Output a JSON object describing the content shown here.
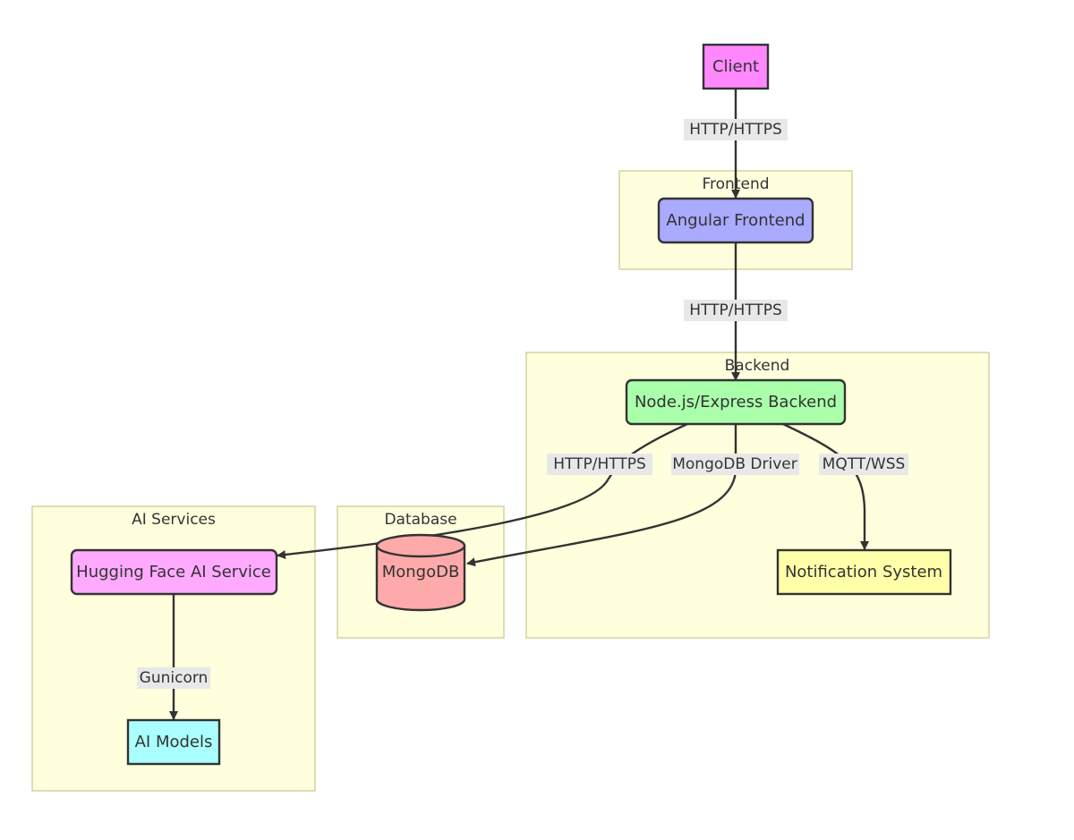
{
  "colors": {
    "client": "#ff88ff",
    "frontend": "#aaaaff",
    "backend": "#aaffaa",
    "ai_service": "#ffaaff",
    "ai_models": "#aaffff",
    "database": "#ffaaaa",
    "notification": "#ffffaa",
    "cluster_fill": "#ffffde"
  },
  "clusters": {
    "frontend": "Frontend",
    "backend": "Backend",
    "ai_services": "AI Services",
    "database": "Database"
  },
  "nodes": {
    "client": "Client",
    "angular": "Angular Frontend",
    "backend": "Node.js/Express Backend",
    "ai_service": "Hugging Face AI Service",
    "ai_models": "AI Models",
    "mongodb": "MongoDB",
    "notification": "Notification System"
  },
  "edges": {
    "client_to_frontend": "HTTP/HTTPS",
    "frontend_to_backend": "HTTP/HTTPS",
    "backend_to_ai": "HTTP/HTTPS",
    "backend_to_db": "MongoDB Driver",
    "backend_to_notification": "MQTT/WSS",
    "ai_to_models": "Gunicorn"
  }
}
